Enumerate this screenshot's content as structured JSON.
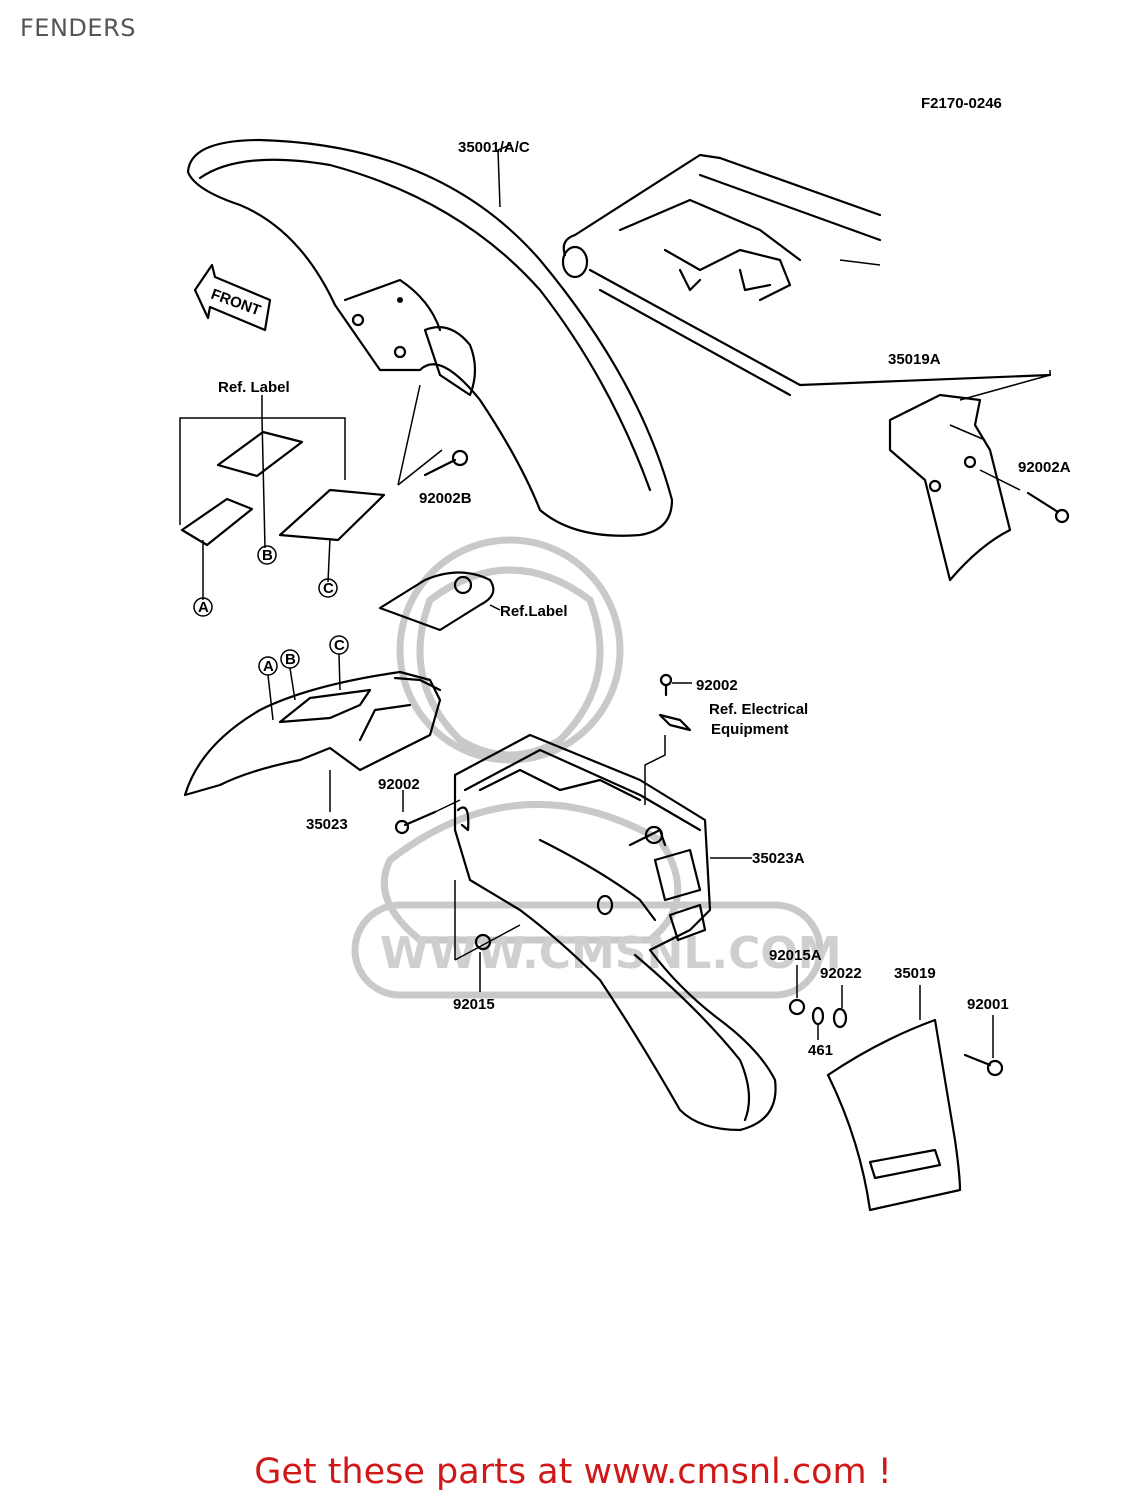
{
  "page_title": "FENDERS",
  "figure_code": "F2170-0246",
  "front_arrow_label": "FRONT",
  "watermark_text": "WWW.CMSNL.COM",
  "labels": {
    "front_fender": "35001/A/C",
    "rear_bracket": "35019A",
    "bolt_92002A": "92002A",
    "bolt_92002B": "92002B",
    "ref_label_top": "Ref. Label",
    "ref_label_mid": "Ref.Label",
    "marker_a": "A",
    "marker_b": "B",
    "marker_c": "C",
    "bolt_92002_top": "92002",
    "ref_electrical_line1": "Ref. Electrical",
    "ref_electrical_line2": "Equipment",
    "bolt_92002_left": "92002",
    "inner_fender": "35023",
    "rear_fender": "35023A",
    "nut_92015": "92015",
    "nut_92015A": "92015A",
    "washer_92022": "92022",
    "flap_35019": "35019",
    "bolt_92001": "92001",
    "washer_461": "461"
  },
  "colors": {
    "line": "#000000",
    "title": "#555555",
    "footer": "#d01818",
    "watermark": "#c9c9c9"
  },
  "footer_text": "Get these parts at www.cmsnl.com !"
}
